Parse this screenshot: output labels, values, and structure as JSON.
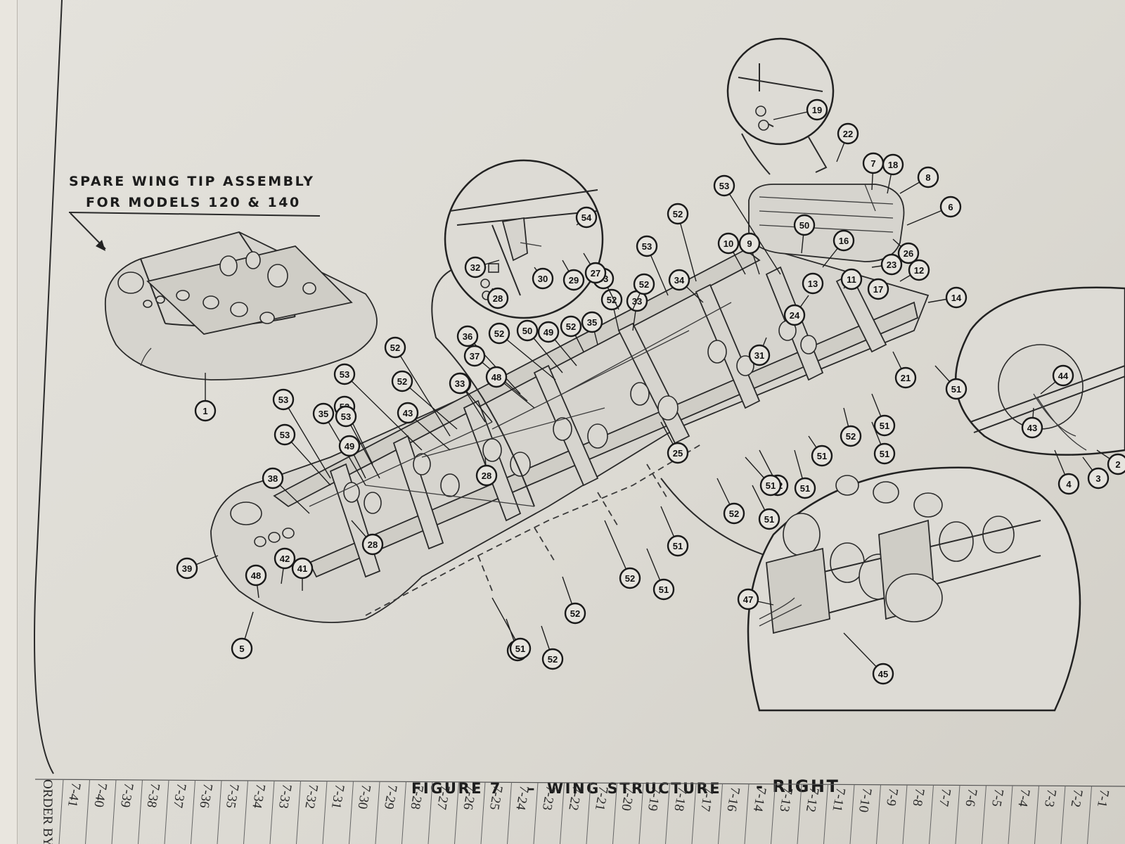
{
  "spare_note": {
    "line1": "SPARE WING TIP ASSEMBLY",
    "line2": "FOR MODELS 120 & 140"
  },
  "figure_title": {
    "prefix": "FIGURE 7",
    "dash": "–",
    "main": "WING STRUCTURE",
    "suffix": "- RIGHT"
  },
  "side_label": "ORDER BY",
  "callouts": [
    "1",
    "53",
    "53",
    "35",
    "53",
    "49",
    "38",
    "28",
    "39",
    "42",
    "41",
    "48",
    "5",
    "52",
    "53",
    "52",
    "43",
    "33",
    "28",
    "36",
    "37",
    "48",
    "52",
    "50",
    "49",
    "52",
    "35",
    "53",
    "33",
    "52",
    "52",
    "53",
    "34",
    "33",
    "52",
    "53",
    "10",
    "9",
    "53",
    "50",
    "16",
    "7",
    "18",
    "8",
    "6",
    "19",
    "22",
    "26",
    "23",
    "12",
    "11",
    "13",
    "17",
    "14",
    "24",
    "31",
    "25",
    "21",
    "51",
    "51",
    "51",
    "52",
    "51",
    "51",
    "52",
    "51",
    "52",
    "51",
    "51",
    "52",
    "51",
    "52",
    "51",
    "52",
    "51",
    "44",
    "43",
    "4",
    "3",
    "2",
    "47",
    "45",
    "54",
    "27",
    "29",
    "30",
    "32",
    "28"
  ],
  "tab_labels": [
    "7-41",
    "7-40",
    "7-39",
    "7-38",
    "7-37",
    "7-36",
    "7-35",
    "7-34",
    "7-33",
    "7-32",
    "7-31",
    "7-30",
    "7-29",
    "7-28",
    "7-27",
    "7-26",
    "7-25",
    "7-24",
    "7-23",
    "7-22",
    "7-21",
    "7-20",
    "7-19",
    "7-18",
    "7-17",
    "7-16",
    "7-14",
    "7-13",
    "7-12",
    "7-11",
    "7-10",
    "7-9",
    "7-8",
    "7-7",
    "7-6",
    "7-5",
    "7-4",
    "7-3",
    "7-2",
    "7-1"
  ]
}
